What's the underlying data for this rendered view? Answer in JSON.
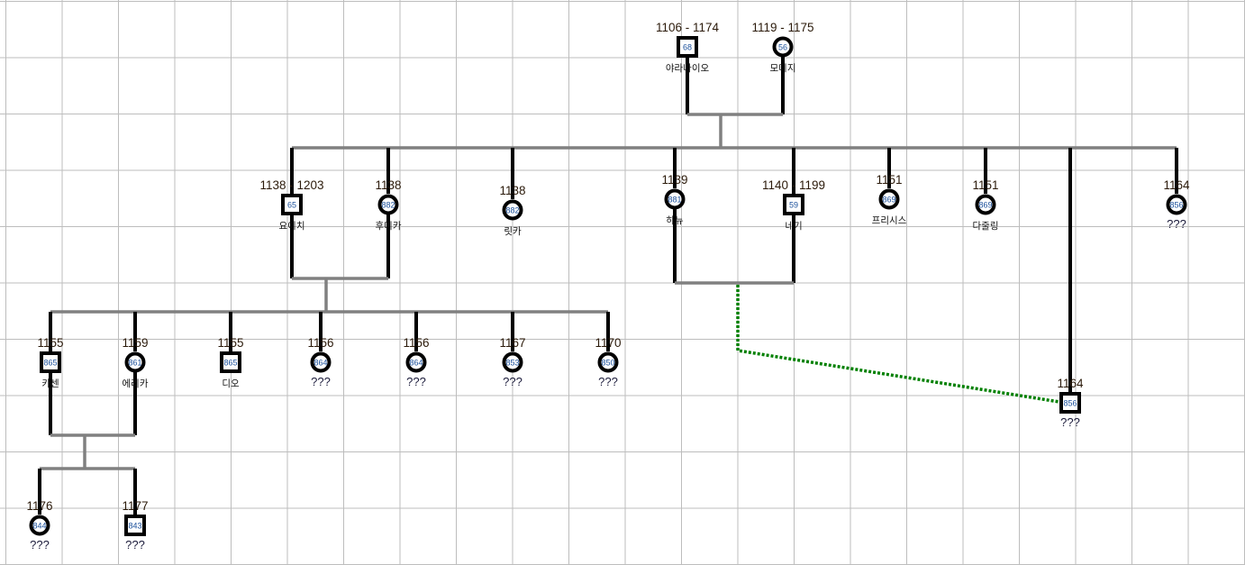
{
  "tree": {
    "nodes": [
      {
        "id": "68",
        "shape": "square",
        "years": "1106 - 1174",
        "name": "야라나이오"
      },
      {
        "id": "56",
        "shape": "circle",
        "years": "1119 - 1175",
        "name": "모미지"
      },
      {
        "id": "65",
        "shape": "square",
        "years": "1138 - 1203",
        "name": "요이치"
      },
      {
        "id": "882",
        "shape": "circle",
        "years": "1138",
        "name": "후미카"
      },
      {
        "id": "882",
        "shape": "circle",
        "years": "1138",
        "name": "릿카"
      },
      {
        "id": "881",
        "shape": "circle",
        "years": "1139",
        "name": "하뉴"
      },
      {
        "id": "59",
        "shape": "square",
        "years": "1140 - 1199",
        "name": "네기"
      },
      {
        "id": "869",
        "shape": "circle",
        "years": "1151",
        "name": "프리시스"
      },
      {
        "id": "869",
        "shape": "circle",
        "years": "1151",
        "name": "다줄링"
      },
      {
        "id": "856",
        "shape": "circle",
        "years": "1164",
        "name": "???"
      },
      {
        "id": "856",
        "shape": "square",
        "years": "1164",
        "name": "???"
      },
      {
        "id": "865",
        "shape": "square",
        "years": "1155",
        "name": "카센"
      },
      {
        "id": "861",
        "shape": "circle",
        "years": "1159",
        "name": "에리카"
      },
      {
        "id": "865",
        "shape": "square",
        "years": "1155",
        "name": "디오"
      },
      {
        "id": "864",
        "shape": "circle",
        "years": "1156",
        "name": "???"
      },
      {
        "id": "864",
        "shape": "circle",
        "years": "1156",
        "name": "???"
      },
      {
        "id": "853",
        "shape": "circle",
        "years": "1167",
        "name": "???"
      },
      {
        "id": "850",
        "shape": "circle",
        "years": "1170",
        "name": "???"
      },
      {
        "id": "844",
        "shape": "circle",
        "years": "1176",
        "name": "???"
      },
      {
        "id": "843",
        "shape": "square",
        "years": "1177",
        "name": "???"
      }
    ],
    "colors": {
      "link": "#000000",
      "family_bar": "#808080",
      "adoption_link": "#008000"
    }
  }
}
